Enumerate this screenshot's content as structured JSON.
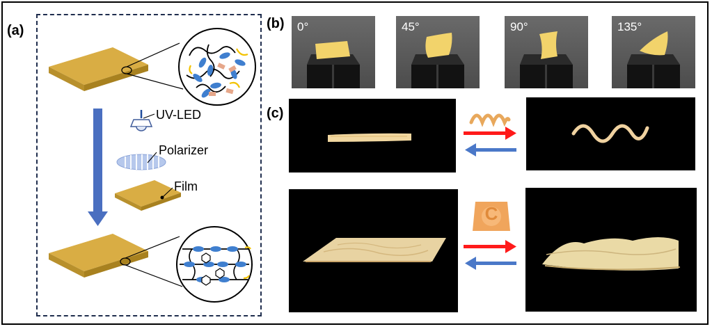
{
  "figure": {
    "panel_labels": {
      "a": "(a)",
      "b": "(b)",
      "c": "(c)"
    },
    "panel_a": {
      "labels": {
        "uv_led": "UV-LED",
        "polarizer": "Polarizer",
        "film": "Film"
      }
    },
    "panel_b": {
      "angles": [
        "0°",
        "45°",
        "90°",
        "135°"
      ]
    },
    "panel_c": {
      "inset_letter": "C"
    },
    "colors": {
      "film_top": "#d9ad44",
      "film_side": "#a8811f",
      "process_arrow": "#4a6fc0",
      "forward_arrow": "#ff1a1a",
      "reverse_arrow": "#4a78c8",
      "mesogen": "#3f7fcf",
      "dye": "#e6a78a",
      "linker": "#f2c200"
    }
  }
}
